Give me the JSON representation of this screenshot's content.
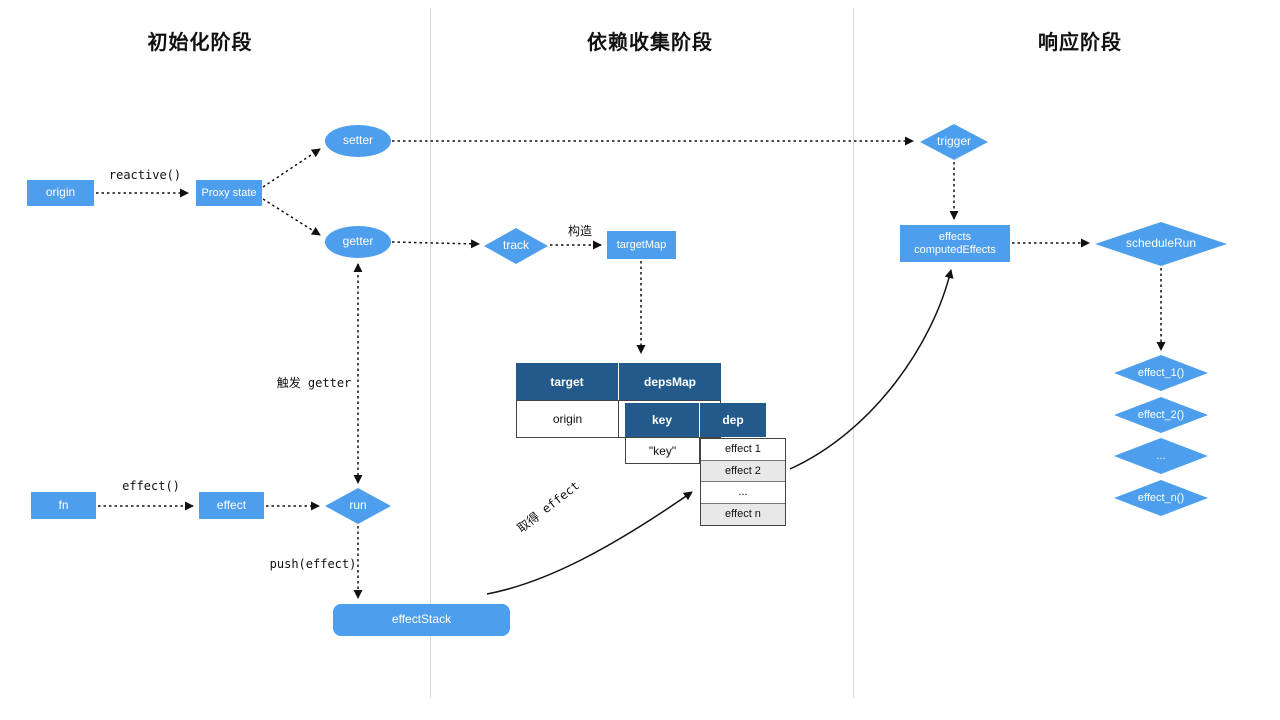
{
  "sections": {
    "init": {
      "title": "初始化阶段"
    },
    "collect": {
      "title": "依赖收集阶段"
    },
    "response": {
      "title": "响应阶段"
    }
  },
  "nodes": {
    "origin": "origin",
    "proxy_state": "Proxy state",
    "setter": "setter",
    "getter": "getter",
    "track": "track",
    "target_map": "targetMap",
    "fn": "fn",
    "effect": "effect",
    "run": "run",
    "effect_stack": "effectStack",
    "trigger": "trigger",
    "effects_line1": "effects",
    "effects_line2": "computedEffects",
    "schedule_run": "scheduleRun",
    "effect_1": "effect_1()",
    "effect_2": "effect_2()",
    "effect_dots": "...",
    "effect_n": "effect_n()"
  },
  "labels": {
    "reactive": "reactive()",
    "effect_call": "effect()",
    "trigger_getter": "触发 getter",
    "push_effect": "push(effect)",
    "get_effect": "取得 effect",
    "construct": "构造"
  },
  "tables": {
    "deps_table": {
      "headers": [
        "target",
        "depsMap"
      ],
      "row": [
        "origin"
      ]
    },
    "key_table": {
      "headers": [
        "key",
        "dep"
      ],
      "row": [
        "\"key\""
      ]
    },
    "effect_list": [
      "effect 1",
      "effect 2",
      "...",
      "effect n"
    ]
  },
  "colors": {
    "node_blue": "#4d9fee",
    "header_navy": "#235a8b"
  }
}
